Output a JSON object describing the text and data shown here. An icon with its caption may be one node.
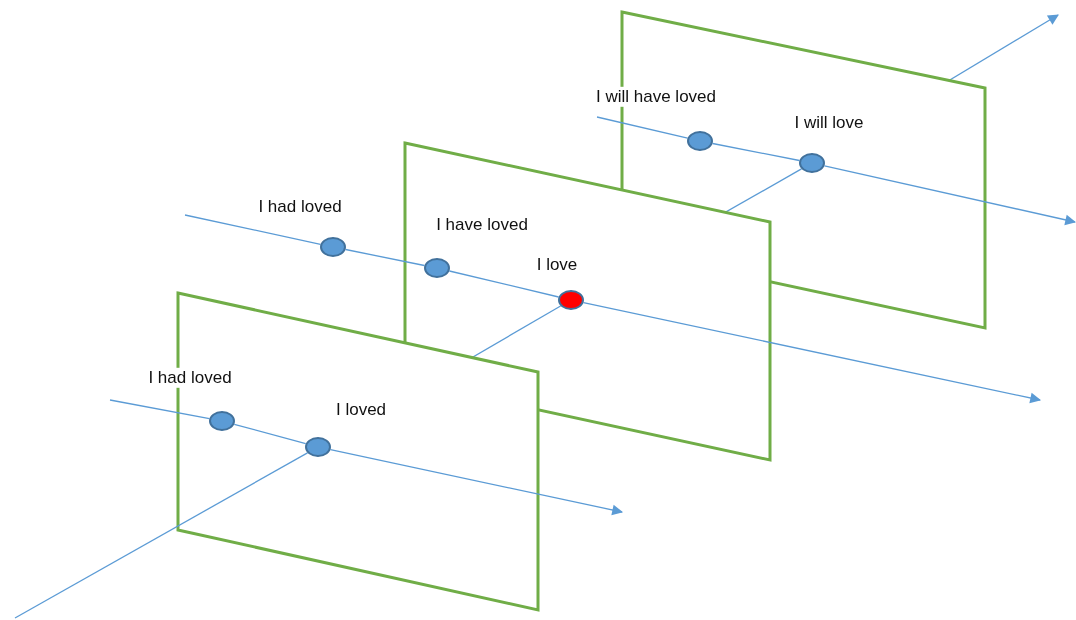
{
  "diagram": {
    "nodes": [
      {
        "text": [],
        "shape": "circle",
        "beside": [
          "I will have loved"
        ]
      },
      {
        "text": [],
        "shape": "circle",
        "beside": [
          "I will love"
        ]
      },
      {
        "text": [],
        "shape": "circle",
        "beside": [
          "I had loved"
        ]
      },
      {
        "text": [],
        "shape": "circle",
        "beside": [
          "I have loved"
        ]
      },
      {
        "text": [],
        "shape": "circle",
        "beside": [
          "I love"
        ]
      },
      {
        "text": [],
        "shape": "circle",
        "beside": [
          "I had loved"
        ]
      },
      {
        "text": [],
        "shape": "circle",
        "beside": [
          "I loved"
        ]
      }
    ],
    "edges": [
      {
        "from": null,
        "to": 0,
        "arrow": "none"
      },
      {
        "from": 0,
        "to": 1,
        "arrow": "none"
      },
      {
        "from": 1,
        "to": null,
        "arrow": "to"
      },
      {
        "from": 4,
        "to": 1,
        "arrow": "none"
      },
      {
        "from": 1,
        "to": null,
        "arrow": "to"
      },
      {
        "from": null,
        "to": 2,
        "arrow": "none"
      },
      {
        "from": 2,
        "to": 3,
        "arrow": "none"
      },
      {
        "from": 3,
        "to": 4,
        "arrow": "none"
      },
      {
        "from": 4,
        "to": null,
        "arrow": "to"
      },
      {
        "from": 6,
        "to": 4,
        "arrow": "none"
      },
      {
        "from": null,
        "to": 5,
        "arrow": "none"
      },
      {
        "from": 5,
        "to": 6,
        "arrow": "none"
      },
      {
        "from": 6,
        "to": null,
        "arrow": "to"
      },
      {
        "from": null,
        "to": 6,
        "arrow": "none"
      }
    ]
  }
}
